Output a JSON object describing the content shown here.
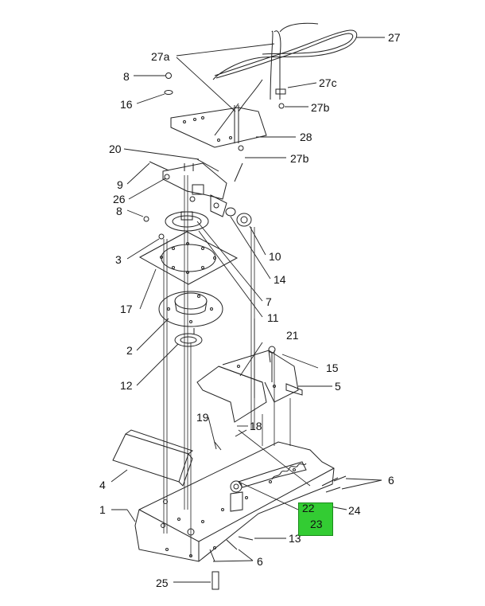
{
  "diagram": {
    "labels": [
      {
        "id": "27",
        "text": "27"
      },
      {
        "id": "27a",
        "text": "27a"
      },
      {
        "id": "8-top",
        "text": "8"
      },
      {
        "id": "27c",
        "text": "27c"
      },
      {
        "id": "16",
        "text": "16"
      },
      {
        "id": "27b-top",
        "text": "27b"
      },
      {
        "id": "28",
        "text": "28"
      },
      {
        "id": "20",
        "text": "20"
      },
      {
        "id": "27b-mid",
        "text": "27b"
      },
      {
        "id": "9",
        "text": "9"
      },
      {
        "id": "26",
        "text": "26"
      },
      {
        "id": "8-mid",
        "text": "8"
      },
      {
        "id": "10",
        "text": "10"
      },
      {
        "id": "3",
        "text": "3"
      },
      {
        "id": "14",
        "text": "14"
      },
      {
        "id": "7",
        "text": "7"
      },
      {
        "id": "17",
        "text": "17"
      },
      {
        "id": "11",
        "text": "11"
      },
      {
        "id": "2",
        "text": "2"
      },
      {
        "id": "21",
        "text": "21"
      },
      {
        "id": "15",
        "text": "15"
      },
      {
        "id": "12",
        "text": "12"
      },
      {
        "id": "5",
        "text": "5"
      },
      {
        "id": "19",
        "text": "19"
      },
      {
        "id": "18",
        "text": "18"
      },
      {
        "id": "6-right",
        "text": "6"
      },
      {
        "id": "4",
        "text": "4"
      },
      {
        "id": "1",
        "text": "1"
      },
      {
        "id": "24",
        "text": "24"
      },
      {
        "id": "13",
        "text": "13"
      },
      {
        "id": "6-bottom",
        "text": "6"
      },
      {
        "id": "25",
        "text": "25"
      }
    ],
    "highlight": {
      "top": "22",
      "bottom": "23",
      "color": "#33cc33"
    }
  }
}
